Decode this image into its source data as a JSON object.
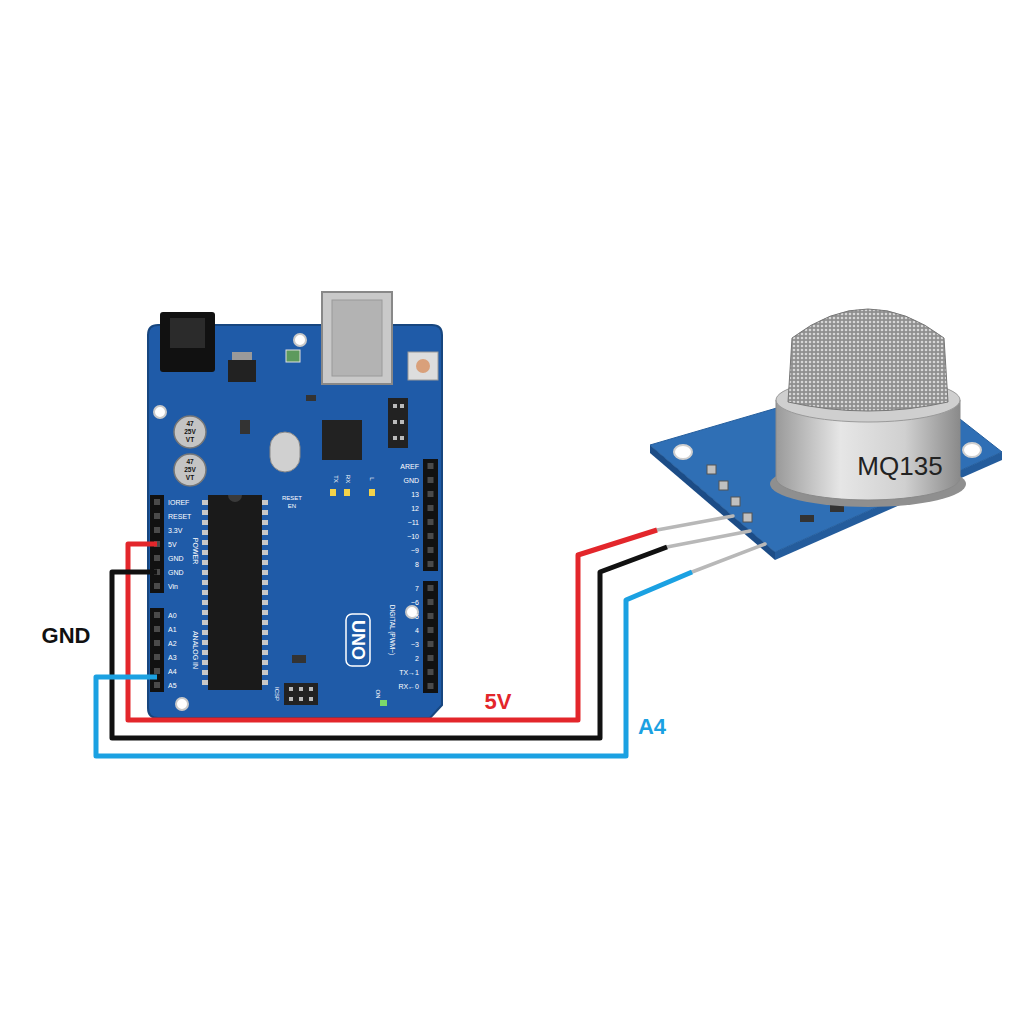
{
  "diagram": {
    "labels": [
      "IOREF",
      "RESET",
      "3.3V",
      "5V",
      "GND",
      "GND",
      "Vin",
      "POWER",
      "A0",
      "A1",
      "A2",
      "A3",
      "A4",
      "A5",
      "ANALOG IN",
      "47",
      "25V",
      "VT",
      "47",
      "25V",
      "VT",
      "RESET",
      "EN",
      "TX",
      "RX",
      "L",
      "AREF",
      "GND",
      "13",
      "12",
      "~11",
      "~10",
      "~9",
      "8",
      "7",
      "~6",
      "~5",
      "4",
      "~3",
      "2",
      "TX→1",
      "RX←0",
      "DIGITAL (PWM~)",
      "UNO",
      "ON",
      "ICSP",
      "GND",
      "5V",
      "A4",
      "MQ135"
    ]
  }
}
